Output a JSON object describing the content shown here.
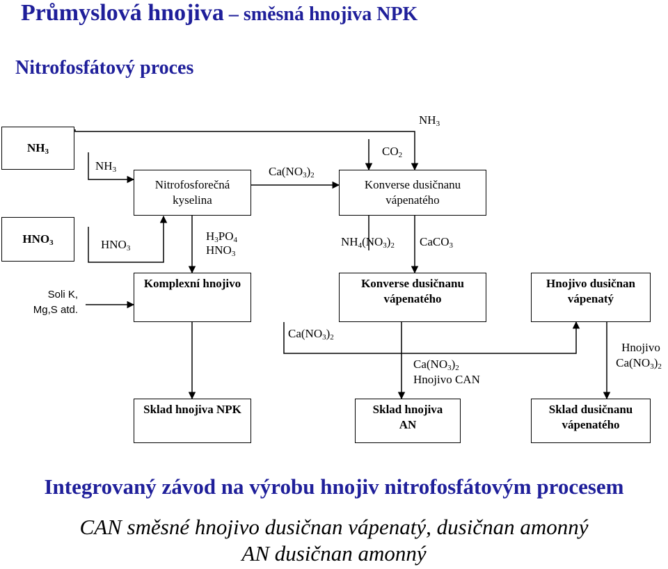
{
  "title": {
    "main": "Průmyslová hnojiva",
    "dash": " – ",
    "sub": "směsná hnojiva NPK"
  },
  "subtitle": "Nitrofosfátový proces",
  "inputs": {
    "nh3": {
      "a": "NH",
      "s": "3"
    },
    "hno3": {
      "a": "HNO",
      "s": "3"
    },
    "soli": {
      "l1": "Soli K,",
      "l2": "Mg,S atd."
    }
  },
  "labels": {
    "nh3_top": {
      "a": "NH",
      "s": "3"
    },
    "nh3_left": {
      "a": "NH",
      "s": "3"
    },
    "hno3_left": {
      "a": "HNO",
      "s": "3"
    },
    "h3po4": {
      "a": "H",
      "s1": "3",
      "b": "PO",
      "s2": "4"
    },
    "hno3_mid": {
      "a": "HNO",
      "s": "3"
    },
    "cano3_top": {
      "a": "Ca(NO",
      "s1": "3",
      "b": ")",
      "s2": "2"
    },
    "co2": {
      "a": "CO",
      "s": "2"
    },
    "nh4no3": {
      "a": "NH",
      "s1": "4",
      "b": "(NO",
      "s2": "3",
      "c": ")",
      "s3": "2"
    },
    "caco3": {
      "a": "CaCO",
      "s": "3"
    },
    "cano3_mid": {
      "a": "Ca(NO",
      "s1": "3",
      "b": ")",
      "s2": "2"
    },
    "cano3_can": {
      "a": "Ca(NO",
      "s1": "3",
      "b": ")",
      "s2": "2",
      "l2": "Hnojivo CAN"
    },
    "hnojivo_right": {
      "l1": "Hnojivo",
      "a": "Ca(NO",
      "s1": "3",
      "b": ")",
      "s2": "2"
    }
  },
  "boxes": {
    "nitro_acid": {
      "l1": "Nitrofosforečná",
      "l2": "kyselina"
    },
    "konverse_top": {
      "l1": "Konverse dusičnanu",
      "l2": "vápenatého"
    },
    "komplexni": "Komplexní hnojivo",
    "konverse_mid": {
      "l1": "Konverse dusičnanu",
      "l2": "vápenatého"
    },
    "hnojivo_dusicnan": {
      "l1": "Hnojivo dusičnan",
      "l2": "vápenatý"
    },
    "sklad_npk": "Sklad hnojiva NPK",
    "sklad_an": {
      "l1": "Sklad hnojiva",
      "l2": "AN"
    },
    "sklad_dusicnanu": {
      "l1": "Sklad dusičnanu",
      "l2": "vápenatého"
    }
  },
  "footer": {
    "line1": "Integrovaný závod na výrobu hnojiv nitrofosfátovým procesem",
    "line2": "CAN směsné hnojivo dusičnan vápenatý, dusičnan amonný",
    "line3": "AN dusičnan amonný"
  }
}
